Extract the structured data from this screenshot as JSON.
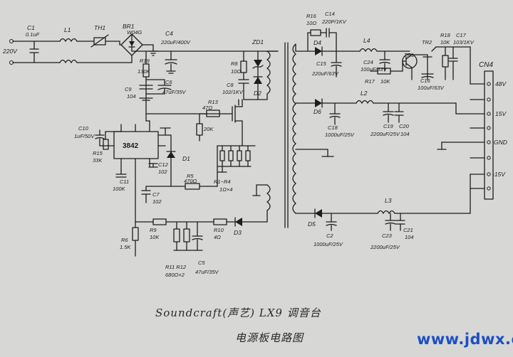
{
  "title_line1": "Soundcraft(声艺) LX9 调音台",
  "title_line2": "电源板电路图",
  "watermark": "www.jdwx.cn",
  "ic_label": "3842",
  "connector": {
    "name": "CN4",
    "pins": [
      "48V",
      "15V",
      "GND",
      "-15V"
    ]
  },
  "components": {
    "c1": "C1",
    "c1_v": "0.1uF",
    "l1": "L1",
    "th1": "TH1",
    "br1": "BR1",
    "br1_v": "W04G",
    "ac_in": "220V",
    "c4": "C4",
    "c4_v": "220uF/400V",
    "r19": "R19",
    "r19_v": "130K",
    "c9": "C9",
    "c9_v": "104",
    "c6": "C6",
    "c6_v": "47uF/35V",
    "r8": "R8",
    "r8_v": "10Ω",
    "c8": "C8",
    "c8_v": "102/1KV",
    "zd1": "ZD1",
    "d2": "D2",
    "r13": "R13",
    "r13_v": "47Ω",
    "r_20k": "20K",
    "c10": "C10",
    "c10_v": "1uF/50V",
    "r15": "R15",
    "r15_v": "33K",
    "c11": "C11",
    "c11_v": "100K",
    "c12": "C12",
    "c12_v": "102",
    "d1": "D1",
    "r5": "R5",
    "r5_v": "470Ω",
    "r1r4": "R1~R4",
    "r1r4_v": "1Ω×4",
    "c7": "C7",
    "c7_v": "102",
    "r6": "R6",
    "r6_v": "1.5K",
    "r9": "R9",
    "r9_v": "10K",
    "r10": "R10",
    "r10_v": "4Ω",
    "d3": "D3",
    "r11r12": "R11 R12",
    "r11r12_v": "680Ω×2",
    "c5": "C5",
    "c5_v": "47uF/35V",
    "r16": "R16",
    "r16_v": "10Ω",
    "c14": "C14",
    "c14_v": "220P/1KV",
    "d4": "D4",
    "c15": "C15",
    "c15_v": "220uF/63V",
    "l4": "L4",
    "c24": "C24",
    "c24_v": "100uF/63V",
    "r17": "R17",
    "r17_v": "10K",
    "tr1": "TR1",
    "tr2": "TR2",
    "r18": "R18",
    "r18_v": "10K",
    "c17": "C17",
    "c17_v": "103/1KV",
    "c16": "C16",
    "c16_v": "100uF/63V",
    "d6": "D6",
    "c18": "C18",
    "c18_v": "1000uF/25V",
    "l2": "L2",
    "c19": "C19",
    "c19_v": "2200uF/25V",
    "c20": "C20",
    "c20_v": "104",
    "l3": "L3",
    "d5": "D5",
    "c2": "C2",
    "c2_v": "1000uF/25V",
    "c23": "C23",
    "c23_v": "2200uF/25V",
    "c21": "C21",
    "c21_v": "104"
  }
}
